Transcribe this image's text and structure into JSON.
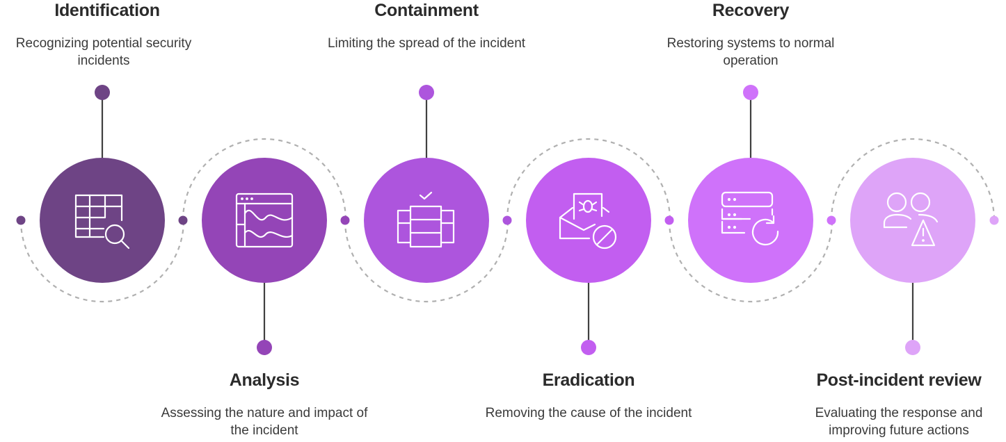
{
  "steps": [
    {
      "title": "Identification",
      "description": "Recognizing potential security incidents",
      "color": "#6e4485",
      "icon": "table-search-icon",
      "position": "top"
    },
    {
      "title": "Analysis",
      "description": "Assessing the nature and impact of the incident",
      "color": "#9445b7",
      "icon": "chart-window-icon",
      "position": "bottom"
    },
    {
      "title": "Containment",
      "description": "Limiting the spread of the incident",
      "color": "#ad55dd",
      "icon": "database-check-icon",
      "position": "top"
    },
    {
      "title": "Eradication",
      "description": "Removing the cause of the incident",
      "color": "#c25ef0",
      "icon": "mail-bug-block-icon",
      "position": "bottom"
    },
    {
      "title": "Recovery",
      "description": "Restoring systems to normal operation",
      "color": "#cf72fa",
      "icon": "server-refresh-icon",
      "position": "top"
    },
    {
      "title": "Post-incident review",
      "description": "Evaluating the response and improving future actions",
      "color": "#dea4f8",
      "icon": "users-warning-icon",
      "position": "bottom"
    }
  ],
  "connector_color": "#b0b0b0",
  "line_color": "#404040"
}
